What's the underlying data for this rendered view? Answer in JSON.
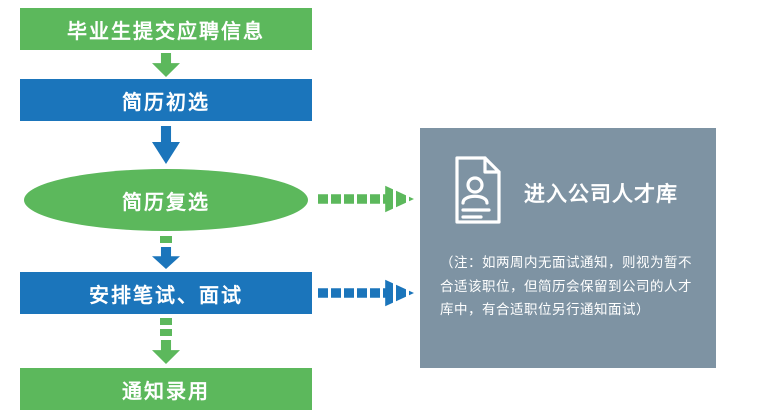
{
  "flow": {
    "steps": [
      {
        "label": "毕业生提交应聘信息",
        "shape": "rect",
        "color": "green"
      },
      {
        "label": "简历初选",
        "shape": "rect",
        "color": "blue"
      },
      {
        "label": "简历复选",
        "shape": "ellipse",
        "color": "green"
      },
      {
        "label": "安排笔试、面试",
        "shape": "rect",
        "color": "blue"
      },
      {
        "label": "通知录用",
        "shape": "rect",
        "color": "green"
      }
    ]
  },
  "panel": {
    "title": "进入公司人才库",
    "note": "（注：如两周内无面试通知，则视为暂不合适该职位，但简历会保留到公司的人才库中，有合适职位另行通知面试）",
    "icon": "resume-document-icon"
  },
  "colors": {
    "green": "#5cb85c",
    "blue": "#1b75bb",
    "panel_bg": "#7e93a3",
    "text": "#ffffff"
  }
}
